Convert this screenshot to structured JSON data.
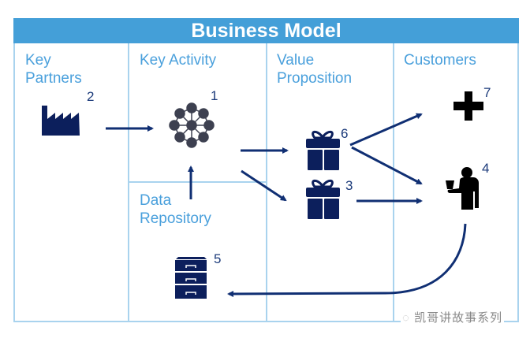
{
  "title": "Business Model",
  "sections": {
    "key_partners": "Key\nPartners",
    "key_activity": "Key Activity",
    "value_proposition": "Value\nProposition",
    "customers": "Customers",
    "data_repository": "Data\nRepository"
  },
  "nodes": [
    {
      "id": "key-activity-network",
      "icon": "network-icon",
      "number": "1"
    },
    {
      "id": "key-partner-factory",
      "icon": "factory-icon",
      "number": "2"
    },
    {
      "id": "value-gift-lower",
      "icon": "gift-icon",
      "number": "3"
    },
    {
      "id": "customer-person",
      "icon": "person-icon",
      "number": "4"
    },
    {
      "id": "data-cabinet",
      "icon": "file-cabinet-icon",
      "number": "5"
    },
    {
      "id": "value-gift-upper",
      "icon": "gift-icon",
      "number": "6"
    },
    {
      "id": "customer-plus",
      "icon": "plus-icon",
      "number": "7"
    }
  ],
  "edges": [
    {
      "from": "2",
      "to": "1"
    },
    {
      "from": "5",
      "to": "1"
    },
    {
      "from": "1",
      "to": "6"
    },
    {
      "from": "1",
      "to": "3"
    },
    {
      "from": "6",
      "to": "7"
    },
    {
      "from": "6",
      "to": "4"
    },
    {
      "from": "3",
      "to": "4"
    },
    {
      "from": "4",
      "to": "5"
    }
  ],
  "colors": {
    "header": "#449fd8",
    "grid": "#a9d3ee",
    "section_title": "#4aa0dc",
    "icon_navy": "#0c1f5c",
    "arrow": "#102f73"
  },
  "watermark": "凯哥讲故事系列"
}
